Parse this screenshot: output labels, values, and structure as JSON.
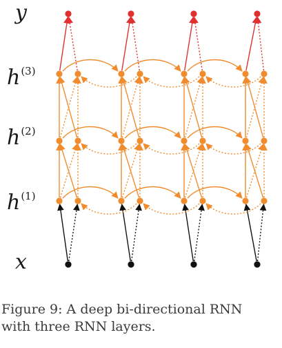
{
  "labels": {
    "y": "y",
    "h3_base": "h",
    "h3_sup": "(3)",
    "h2_base": "h",
    "h2_sup": "(2)",
    "h1_base": "h",
    "h1_sup": "(1)",
    "x": "x"
  },
  "caption": {
    "line1": "Figure 9: A deep bi-directional RNN",
    "line2": "with three RNN layers."
  },
  "colors": {
    "output": "#e03030",
    "hidden": "#f08c2e",
    "input": "#111111"
  },
  "diagram": {
    "timesteps": 4,
    "hidden_layers": 3
  }
}
